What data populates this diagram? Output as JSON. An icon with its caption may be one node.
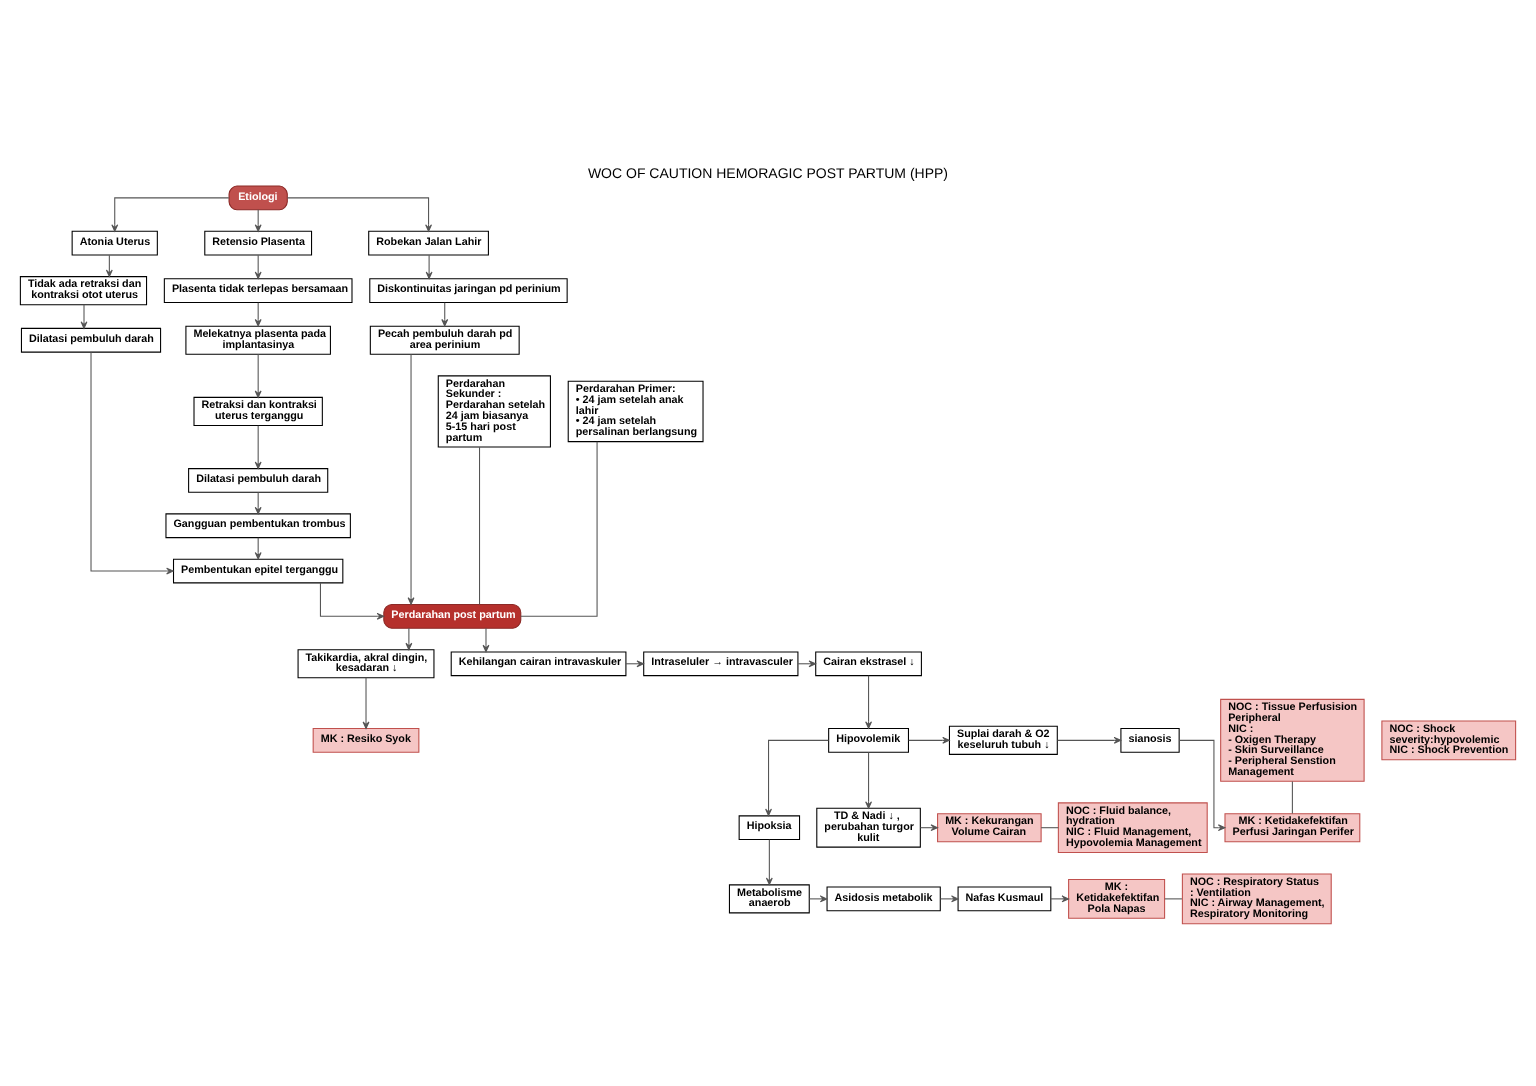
{
  "diagram": {
    "title": "WOC OF CAUTION HEMORAGIC POST PARTUM (HPP)",
    "nodes": [
      {
        "text": [
          "Etiologi"
        ]
      },
      {
        "text": [
          "Atonia Uterus"
        ]
      },
      {
        "text": [
          "Retensio Plasenta"
        ]
      },
      {
        "text": [
          "Robekan Jalan Lahir"
        ]
      },
      {
        "text": [
          "Tidak ada retraksi dan kontraksi otot uterus"
        ]
      },
      {
        "text": [
          "Plasenta tidak terlepas bersamaan"
        ]
      },
      {
        "text": [
          "Diskontinuitas jaringan pd perinium"
        ]
      },
      {
        "text": [
          "Dilatasi pembuluh darah"
        ]
      },
      {
        "text": [
          "Melekatnya plasenta pada implantasinya"
        ]
      },
      {
        "text": [
          "Pecah pembuluh darah pd area perinium"
        ]
      },
      {
        "text": [
          "Retraksi dan kontraksi uterus terganggu"
        ]
      },
      {
        "text": [
          "Perdarahan Sekunder :",
          "Perdarahan setelah 24 jam biasanya 5-15 hari post partum"
        ]
      },
      {
        "text": [
          "Perdarahan Primer:",
          "• 24 jam setelah anak lahir",
          "• 24 jam setelah persalinan berlangsung"
        ]
      },
      {
        "text": [
          "Dilatasi pembuluh darah"
        ]
      },
      {
        "text": [
          "NOC : Shock severity:hypovolemic",
          "NIC : Shock Prevention"
        ]
      },
      {
        "text": [
          "MK : Resiko Syok"
        ]
      },
      {
        "text": [
          "Gangguan pembentukan trombus"
        ]
      },
      {
        "text": [
          "Takikardia, akral dingin, kesadaran ↓"
        ]
      },
      {
        "text": [
          "Pembentukan epitel terganggu"
        ]
      },
      {
        "text": [
          "NOC : Tissue Perfusision Peripheral",
          "NIC :",
          "- Oxigen Therapy",
          "- Skin Surveillance",
          "- Peripheral Senstion Management"
        ]
      },
      {
        "text": [
          "Perdarahan post partum"
        ]
      },
      {
        "text": [
          "Cairan ekstrasel ↓"
        ]
      },
      {
        "text": [
          "Intraseluler → intravasculer"
        ]
      },
      {
        "text": [
          "Kehilangan cairan intravaskuler"
        ]
      },
      {
        "text": [
          "MK : Ketidakefektifan Perfusi Jaringan Perifer"
        ]
      },
      {
        "text": [
          "Hipovolemik"
        ]
      },
      {
        "text": [
          "Suplai darah & O2 keseluruh tubuh ↓"
        ]
      },
      {
        "text": [
          "sianosis"
        ]
      },
      {
        "text": [
          "Hipoksia"
        ]
      },
      {
        "text": [
          "TD & Nadi ↓ , perubahan turgor kulit"
        ]
      },
      {
        "text": [
          "MK : Kekurangan Volume Cairan"
        ]
      },
      {
        "text": [
          "NOC : Fluid balance, hydration",
          "NIC : Fluid Management, Hypovolemia Management"
        ]
      },
      {
        "text": [
          "MK : Ketidakefektifan Pola Napas"
        ]
      },
      {
        "text": [
          "NOC : Respiratory Status : Ventilation",
          "NIC : Airway Management, Respiratory Monitoring"
        ]
      },
      {
        "text": [
          "Metabolisme anaerob"
        ]
      },
      {
        "text": [
          "Asidosis metabolik"
        ]
      },
      {
        "text": [
          "Nafas Kusmaul"
        ]
      }
    ],
    "edges": [
      {
        "from": 0,
        "to": 1,
        "arrow": "to"
      },
      {
        "from": 0,
        "to": 2,
        "arrow": "to"
      },
      {
        "from": 0,
        "to": 3,
        "arrow": "to"
      },
      {
        "from": 1,
        "to": 4,
        "arrow": "to"
      },
      {
        "from": 2,
        "to": 5,
        "arrow": "to"
      },
      {
        "from": 3,
        "to": 6,
        "arrow": "to"
      },
      {
        "from": 4,
        "to": 7,
        "arrow": "to"
      },
      {
        "from": 5,
        "to": 8,
        "arrow": "to"
      },
      {
        "from": 6,
        "to": 9,
        "arrow": "to"
      },
      {
        "from": 8,
        "to": 10,
        "arrow": "to"
      },
      {
        "from": 10,
        "to": 13,
        "arrow": "to"
      },
      {
        "from": 13,
        "to": 16,
        "arrow": "to"
      },
      {
        "from": 7,
        "to": 18,
        "arrow": "to"
      },
      {
        "from": 16,
        "to": 18,
        "arrow": "to"
      },
      {
        "from": 18,
        "to": 20,
        "arrow": "to"
      },
      {
        "from": 9,
        "to": 20,
        "arrow": "to"
      },
      {
        "from": 11,
        "to": 20,
        "arrow": "none"
      },
      {
        "from": 12,
        "to": 20,
        "arrow": "none"
      },
      {
        "from": 20,
        "to": 17,
        "arrow": "to"
      },
      {
        "from": 17,
        "to": 15,
        "arrow": "to"
      },
      {
        "from": 20,
        "to": 23,
        "arrow": "to"
      },
      {
        "from": 23,
        "to": 22,
        "arrow": "to"
      },
      {
        "from": 22,
        "to": 21,
        "arrow": "to"
      },
      {
        "from": 21,
        "to": 25,
        "arrow": "to"
      },
      {
        "from": 19,
        "to": 24,
        "arrow": "none"
      },
      {
        "from": 25,
        "to": 26,
        "arrow": "to"
      },
      {
        "from": 26,
        "to": 27,
        "arrow": "to"
      },
      {
        "from": 27,
        "to": 24,
        "arrow": "to"
      },
      {
        "from": 25,
        "to": 28,
        "arrow": "to"
      },
      {
        "from": 25,
        "to": 29,
        "arrow": "to"
      },
      {
        "from": 29,
        "to": 30,
        "arrow": "to"
      },
      {
        "from": 30,
        "to": 31,
        "arrow": "none"
      },
      {
        "from": 28,
        "to": 34,
        "arrow": "to"
      },
      {
        "from": 34,
        "to": 35,
        "arrow": "to"
      },
      {
        "from": 35,
        "to": 36,
        "arrow": "to"
      },
      {
        "from": 36,
        "to": 32,
        "arrow": "to"
      },
      {
        "from": 32,
        "to": 33,
        "arrow": "none"
      }
    ]
  }
}
